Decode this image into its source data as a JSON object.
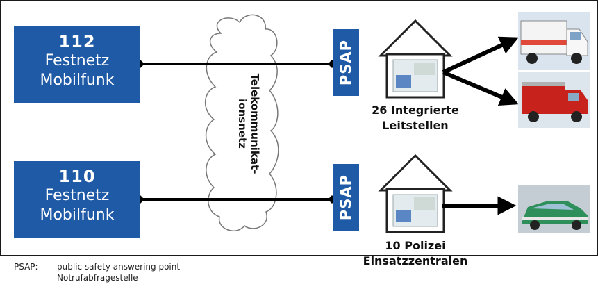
{
  "sources": [
    {
      "number": "112",
      "line1": "Festnetz",
      "line2": "Mobilfunk"
    },
    {
      "number": "110",
      "line1": "Festnetz",
      "line2": "Mobilfunk"
    }
  ],
  "network": {
    "line1": "Telekommunikat-",
    "line2": "ionsnetz"
  },
  "psap_label": "PSAP",
  "centers": [
    {
      "line1": "26  Integrierte",
      "line2": "Leitstellen"
    },
    {
      "line1": "10  Polizei",
      "line2": "Einsatzzentralen"
    }
  ],
  "legend": {
    "key": "PSAP:",
    "line1": "public safety answering point",
    "line2": "Notrufabfragestelle"
  },
  "colors": {
    "box": "#1f5aa6",
    "line": "#000000"
  },
  "icons": [
    "house-icon",
    "ambulance-photo",
    "fire-truck-photo",
    "police-car-photo"
  ]
}
